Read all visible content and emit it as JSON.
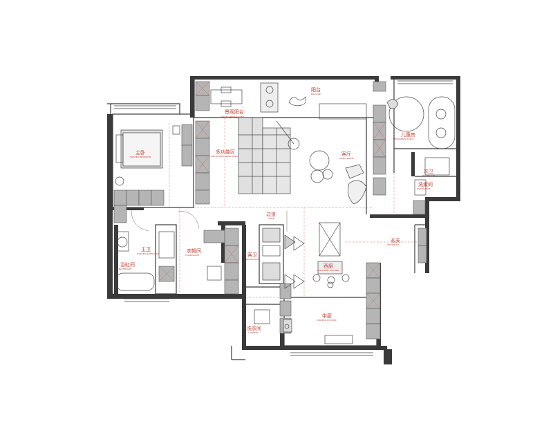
{
  "rooms": {
    "balcony": {
      "name": "阳台",
      "en": "BALCONY"
    },
    "leisure_balcony": {
      "name": "景观阳台",
      "en": "LANDSCAPE BALCONY"
    },
    "multi": {
      "name": "多功能区",
      "en": "MULTIFUNCTIONAL AREA"
    },
    "living": {
      "name": "客厅",
      "en": "LIVING ROOM"
    },
    "kids": {
      "name": "儿童房",
      "en": "CHILDREN'S ROOM"
    },
    "master": {
      "name": "主卧",
      "en": "MASTER BEDROOM"
    },
    "second_bath": {
      "name": "次卫",
      "en": "BATHROOM"
    },
    "wash": {
      "name": "洗漱间",
      "en": "WASHROOM"
    },
    "corridor": {
      "name": "过道",
      "en": "AISLE"
    },
    "foyer": {
      "name": "玄关",
      "en": "VESTIBULE"
    },
    "master_bath": {
      "name": "主卫",
      "en": "MASTER BATHROOM"
    },
    "bath_room": {
      "name": "浴缸间",
      "en": "BATHROOM"
    },
    "closet": {
      "name": "衣帽间",
      "en": "CLOAKROOM"
    },
    "guest_bath": {
      "name": "客卫",
      "en": "BATHROOM"
    },
    "west_kitchen": {
      "name": "西厨",
      "en": "WESTERN KITCHEN"
    },
    "chinese_kitchen": {
      "name": "中厨",
      "en": "CHINESE KITCHEN"
    },
    "laundry": {
      "name": "洗衣间",
      "en": "LAUNDRY"
    }
  },
  "colors": {
    "wall": "#3a3a3a",
    "cabinet": "#b5b5b5",
    "cabinet_dark": "#8f8f8f",
    "label": "#c0392b",
    "zone_line": "#e8a090"
  }
}
